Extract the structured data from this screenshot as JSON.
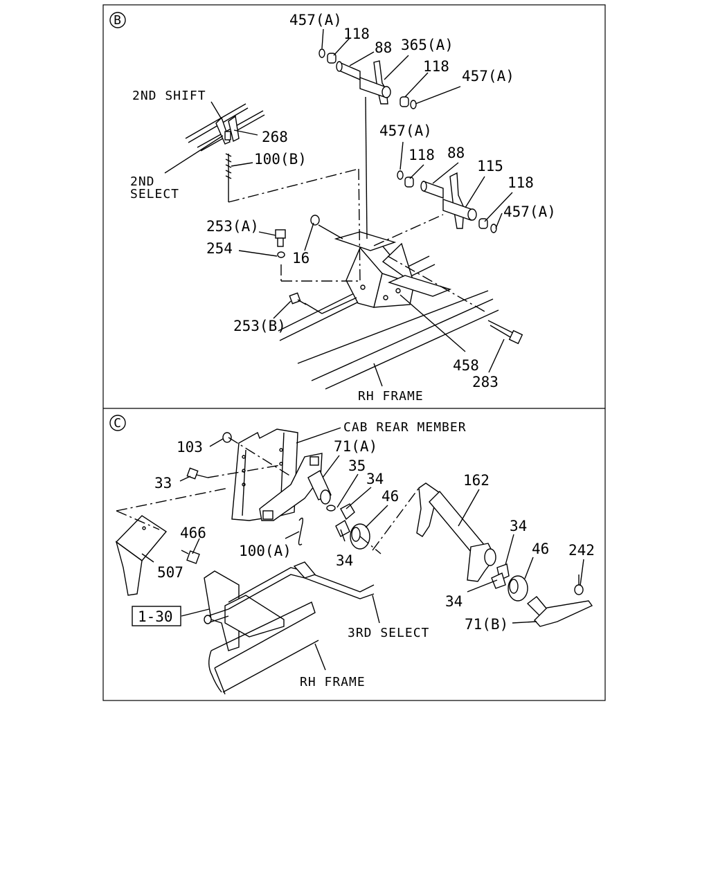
{
  "panel_b": {
    "marker": "B",
    "labels": {
      "l457a_1": "457(A)",
      "l118_1": "118",
      "l88_1": "88",
      "l365a": "365(A)",
      "l118_2": "118",
      "l457a_2": "457(A)",
      "l2nd_shift": "2ND SHIFT",
      "l268": "268",
      "l457a_3": "457(A)",
      "l118_3": "118",
      "l88_2": "88",
      "l115": "115",
      "l118_4": "118",
      "l100b": "100(B)",
      "l2nd": "2ND",
      "lselect": "SELECT",
      "l457a_4": "457(A)",
      "l253a": "253(A)",
      "l254": "254",
      "l16": "16",
      "l253b": "253(B)",
      "l458": "458",
      "l283": "283",
      "l_rh_frame": "RH FRAME"
    }
  },
  "panel_c": {
    "marker": "C",
    "labels": {
      "l_cab_rear": "CAB REAR MEMBER",
      "l103": "103",
      "l71a": "71(A)",
      "l35": "35",
      "l34_1": "34",
      "l46_1": "46",
      "l162": "162",
      "l33": "33",
      "l34_2": "34",
      "l466": "466",
      "l100a": "100(A)",
      "l34_3": "34",
      "l46_2": "46",
      "l242": "242",
      "l507": "507",
      "l34_4": "34",
      "l1_30": "1-30",
      "l3rd_select": "3RD SELECT",
      "l71b": "71(B)",
      "l_rh_frame": "RH FRAME"
    }
  }
}
